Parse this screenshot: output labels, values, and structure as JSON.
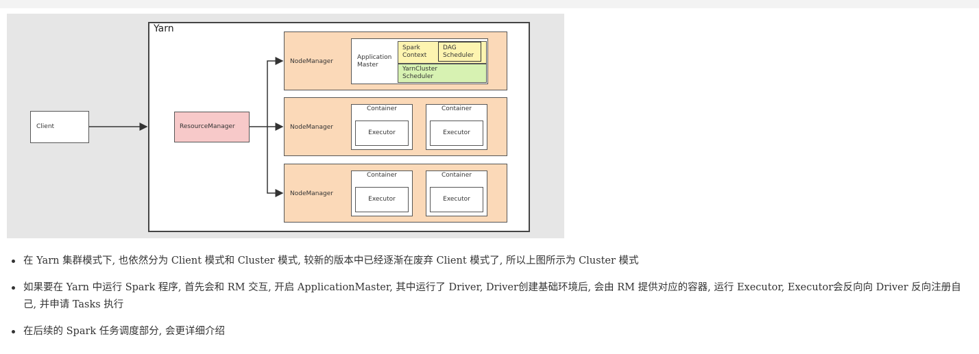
{
  "diagram": {
    "yarn_title": "Yarn",
    "client_label": "Client",
    "resource_manager_label": "ResourceManager",
    "node_manager_labels": [
      "NodeManager",
      "NodeManager",
      "NodeManager"
    ],
    "application_master_label": "Application\nMaster",
    "spark_context_label": "Spark\nContext",
    "dag_scheduler_label": "DAG\nScheduler",
    "yarn_cluster_scheduler_label": "YarnCluster\nScheduler",
    "container_label": "Container",
    "executor_label": "Executor"
  },
  "bullets": [
    "在 Yarn 集群模式下, 也依然分为 Client 模式和 Cluster 模式, 较新的版本中已经逐渐在废弃 Client 模式了, 所以上图所示为 Cluster 模式",
    "如果要在 Yarn 中运行 Spark 程序, 首先会和 RM 交互, 开启 ApplicationMaster, 其中运行了 Driver, Driver创建基础环境后, 会由 RM 提供对应的容器, 运行 Executor, Executor会反向向 Driver 反向注册自己, 并申请 Tasks 执行",
    "在后续的 Spark 任务调度部分, 会更详细介绍"
  ]
}
